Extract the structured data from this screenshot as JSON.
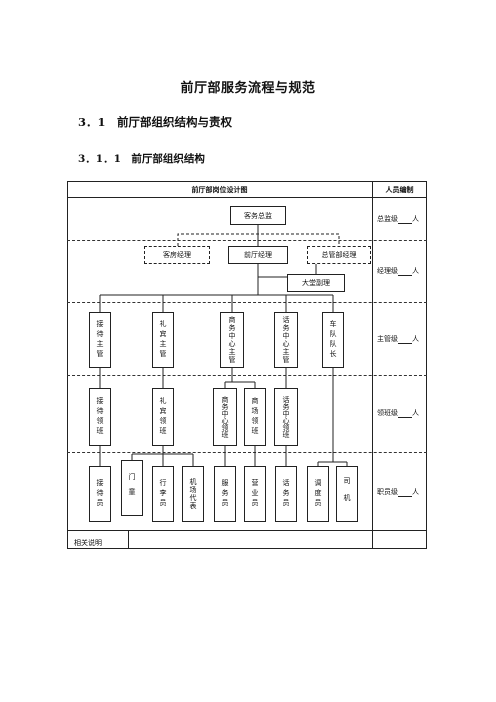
{
  "title": "前厅部服务流程与规范",
  "section": "3．1　前厅部组织结构与责权",
  "subsection": "3．1．1　前厅部组织结构",
  "table": {
    "header_left": "前厅部岗位设计图",
    "header_right": "人员编制",
    "footer_label": "相关说明"
  },
  "levels": [
    "总监级",
    "经理级",
    "主管级",
    "领班级",
    "职员级"
  ],
  "level_suffix": "人",
  "nodes": {
    "director": "客务总监",
    "rooms_manager": "客房经理",
    "fo_manager": "前厅经理",
    "hk_manager": "总管部经理",
    "lobby_asst_manager": "大堂副理",
    "reception_supervisor": "接待主管",
    "concierge_supervisor": "礼宾主管",
    "business_supervisor": "商务中心主管",
    "telephone_supervisor": "话务中心主管",
    "fleet_captain": "车队队长",
    "reception_leader": "接待领班",
    "concierge_leader": "礼宾领班",
    "business_leader": "商务中心领班",
    "shop_leader": "商场领班",
    "telephone_leader": "话务中心领班",
    "receptionist": "接待员",
    "doorman": "门童",
    "bellman": "行李员",
    "airport_rep": "机场代表",
    "service_clerk": "服务员",
    "sales_clerk": "营业员",
    "operator": "话务员",
    "dispatcher": "调度员",
    "driver": "司机"
  }
}
